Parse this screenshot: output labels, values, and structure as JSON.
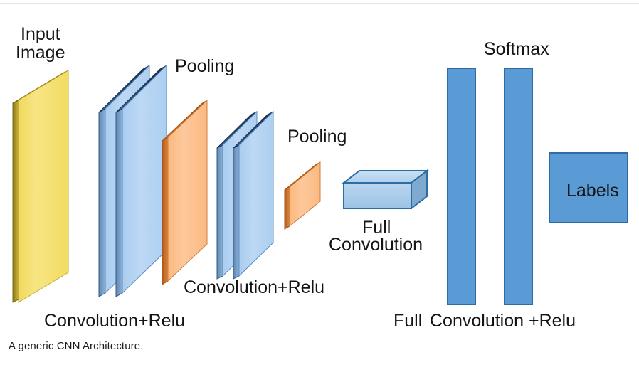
{
  "figure": {
    "caption": "A generic CNN Architecture.",
    "labels": {
      "input_image_line1": "Input",
      "input_image_line2": "Image",
      "pooling_1": "Pooling",
      "pooling_2": "Pooling",
      "softmax": "Softmax",
      "labels_box": "Labels",
      "full_convolution_line1": "Full",
      "full_convolution_line2": "Convolution",
      "conv_relu_1": "Convolution+Relu",
      "conv_relu_2": "Convolution+Relu",
      "bottom_full": "Full",
      "bottom_conv_relu": "Convolution +Relu"
    },
    "colors": {
      "input_fill": "#F5E06F",
      "input_edge": "#8F7B16",
      "input_stroke": "#BFA72A",
      "conv_fill": "#B4D2F0",
      "conv_top_edge": "#1F3864",
      "conv_side_edge": "#7196C0",
      "conv_stroke": "#2E5C8A",
      "pool_fill": "#FCBE8D",
      "pool_top_edge": "#B3591A",
      "pool_side_edge": "#C9773B",
      "pool_stroke": "#C55A11",
      "fc_fill": "#5B9BD5",
      "fc_stroke": "#2E6CA4",
      "box_top_fill": "#A9CCEB",
      "box_side_fill": "#7FA9CE",
      "text": "#141414"
    }
  },
  "chart_data": {
    "type": "diagram",
    "title": "A generic CNN Architecture.",
    "nodes": [
      {
        "name": "Input Image",
        "shape": "slab",
        "color": "#F5E06F",
        "count": 1,
        "label": "Input Image"
      },
      {
        "name": "Convolution+Relu 1",
        "shape": "slab",
        "color": "#B4D2F0",
        "count": 2,
        "label": "Convolution+Relu"
      },
      {
        "name": "Pooling 1",
        "shape": "slab",
        "color": "#FCBE8D",
        "count": 1,
        "label": "Pooling"
      },
      {
        "name": "Convolution+Relu 2",
        "shape": "slab",
        "color": "#B4D2F0",
        "count": 2,
        "label": "Convolution+Relu"
      },
      {
        "name": "Pooling 2",
        "shape": "slab",
        "color": "#FCBE8D",
        "count": 1,
        "label": "Pooling"
      },
      {
        "name": "Full Convolution",
        "shape": "box3d",
        "color": "#A9CCEB",
        "count": 1,
        "label": "Full Convolution"
      },
      {
        "name": "Full Convolution +Relu",
        "shape": "bar",
        "color": "#5B9BD5",
        "count": 2,
        "label": "Full Convolution +Relu"
      },
      {
        "name": "Softmax",
        "shape": "annotation",
        "label": "Softmax"
      },
      {
        "name": "Labels",
        "shape": "rect",
        "color": "#5B9BD5",
        "count": 1,
        "label": "Labels"
      }
    ]
  }
}
